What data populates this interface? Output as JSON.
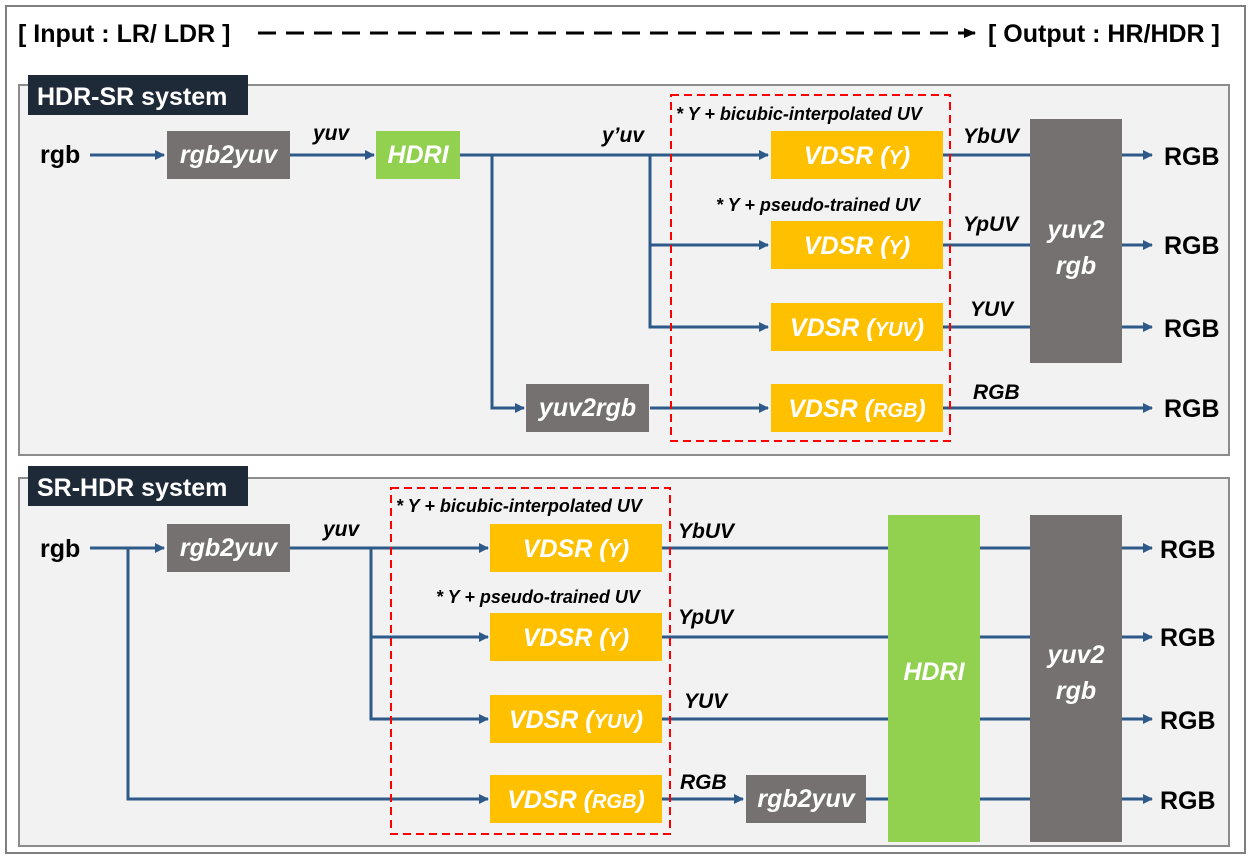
{
  "header": {
    "input_label": "[ Input : LR/ LDR ]",
    "output_label": "[ Output : HR/HDR ]"
  },
  "colors": {
    "panel_bg": "#f2f2f2",
    "panel_border": "#8c8c8c",
    "title_bg": "#1f2a38",
    "gray_box": "#767171",
    "green_box": "#92d050",
    "orange_box": "#ffc000",
    "arrow": "#2e5a8a",
    "dashed_red": "#ff0000"
  },
  "hdr_sr": {
    "title": "HDR-SR system",
    "input": "rgb",
    "rgb2yuv": "rgb2yuv",
    "yuv_label": "yuv",
    "hdri": "HDRI",
    "yprime_label": "y’uv",
    "note1": "* Y + bicubic-interpolated UV",
    "note2": "* Y + pseudo-trained UV",
    "yuv2rgb_branch": "yuv2rgb",
    "vdsr1_main": "VDSR (",
    "vdsr1_sub": "Y",
    "vdsr2_main": "VDSR (",
    "vdsr2_sub": "Y",
    "vdsr3_main": "VDSR (",
    "vdsr3_sub": "YUV",
    "vdsr4_main": "VDSR (",
    "vdsr4_sub": "RGB",
    "close": ")",
    "ybuv": "YbUV",
    "ypuv": "YpUV",
    "yuv": "YUV",
    "rgb_mid": "RGB",
    "yuv2rgb_line1": "yuv2",
    "yuv2rgb_line2": "rgb",
    "outputs": [
      "RGB",
      "RGB",
      "RGB",
      "RGB"
    ]
  },
  "sr_hdr": {
    "title": "SR-HDR system",
    "input": "rgb",
    "rgb2yuv": "rgb2yuv",
    "yuv_label": "yuv",
    "note1": "* Y + bicubic-interpolated UV",
    "note2": "* Y + pseudo-trained UV",
    "vdsr1_main": "VDSR (",
    "vdsr1_sub": "Y",
    "vdsr2_main": "VDSR (",
    "vdsr2_sub": "Y",
    "vdsr3_main": "VDSR (",
    "vdsr3_sub": "YUV",
    "vdsr4_main": "VDSR (",
    "vdsr4_sub": "RGB",
    "close": ")",
    "ybuv": "YbUV",
    "ypuv": "YpUV",
    "yuv": "YUV",
    "rgb_mid": "RGB",
    "rgb2yuv_2": "rgb2yuv",
    "hdri": "HDRI",
    "yuv2rgb_line1": "yuv2",
    "yuv2rgb_line2": "rgb",
    "outputs": [
      "RGB",
      "RGB",
      "RGB",
      "RGB"
    ]
  }
}
